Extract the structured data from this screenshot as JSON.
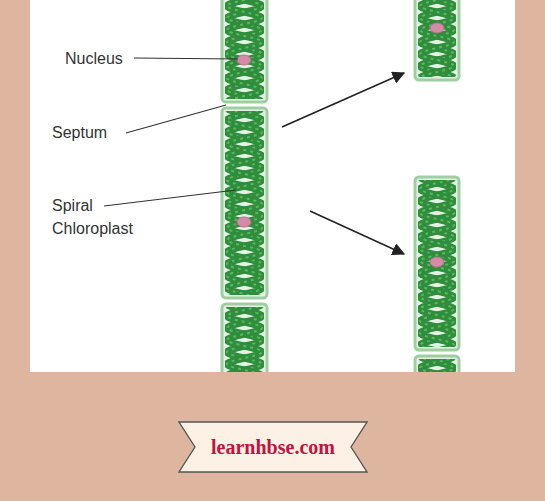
{
  "diagram": {
    "nodes": [
      {
        "text": [
          "learnhbse.com"
        ]
      }
    ],
    "labels": [
      "Nucleus",
      "Septum",
      "Spiral Chloroplast"
    ]
  }
}
